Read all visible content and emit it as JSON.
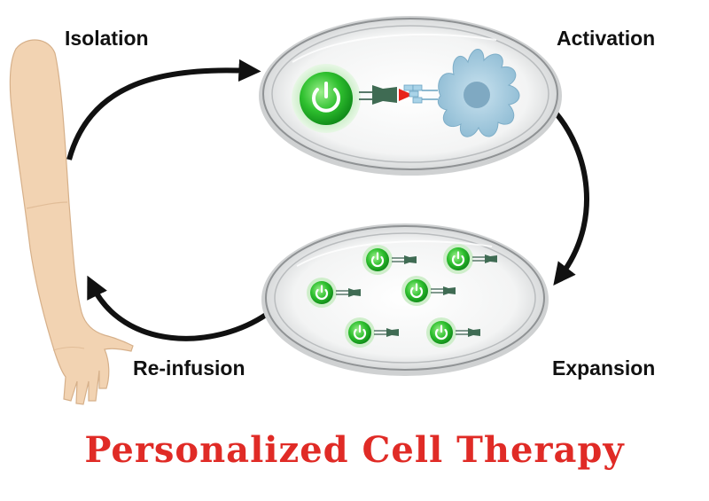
{
  "steps": {
    "isolation": "Isolation",
    "activation": "Activation",
    "reinfusion": "Re-infusion",
    "expansion": "Expansion"
  },
  "title": "Personalized Cell Therapy",
  "colors": {
    "title": "#e02b26",
    "t_cell": "#2fbf2f",
    "dendritic_cell": "#a9cde0",
    "skin": "#f2d3b2",
    "arrow": "#111111"
  },
  "icons": [
    "power-icon",
    "arrm-illustration",
    "petri-dish",
    "dendritic-cell",
    "curved-arrow"
  ]
}
